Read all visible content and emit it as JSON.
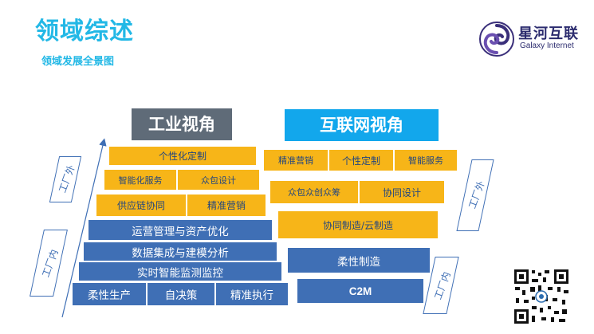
{
  "title": "领域综述",
  "subtitle": "领域发展全景图",
  "logo": {
    "name": "星河互联",
    "sub": "Galaxy Internet"
  },
  "industry": {
    "header": "工业视角",
    "blocks": {
      "custom": "个性化定制",
      "smart_service": "智能化服务",
      "crowd_design": "众包设计",
      "supply_chain": "供应链协同",
      "precision_marketing": "精准营销",
      "ops_mgmt": "运营管理与资产优化",
      "data_modeling": "数据集成与建模分析",
      "realtime_monitor": "实时智能监测监控",
      "flex_production": "柔性生产",
      "self_decision": "自决策",
      "precision_exec": "精准执行"
    },
    "side_outer": "工厂外",
    "side_inner": "工厂内"
  },
  "internet": {
    "header": "互联网视角",
    "blocks": {
      "precision_marketing": "精准营销",
      "custom": "个性定制",
      "smart_service": "智能服务",
      "crowd_innovation": "众包众创众筹",
      "collab_design": "协同设计",
      "collab_mfg_cloud": "协同制造/云制造",
      "flex_mfg": "柔性制造",
      "c2m": "C2M"
    },
    "side_outer": "工厂外",
    "side_inner": "工厂内"
  },
  "colors": {
    "accent": "#22b8e6",
    "yellow": "#f7b518",
    "blue": "#3f6fb5",
    "gray": "#5f6b78",
    "sky": "#12a7ec"
  }
}
